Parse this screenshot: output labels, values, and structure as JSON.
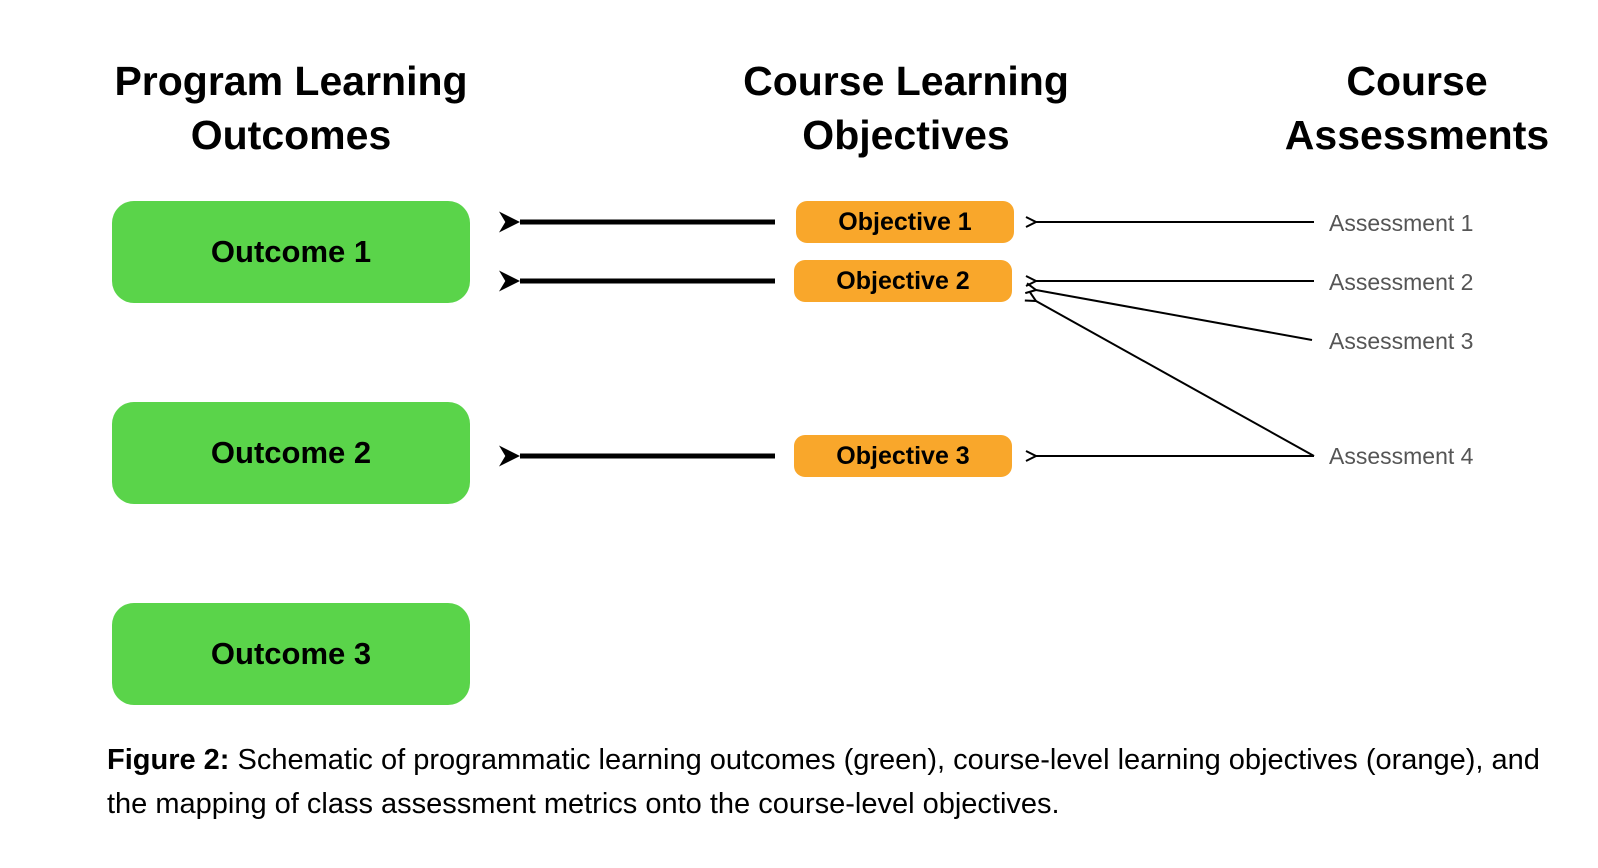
{
  "headers": {
    "program_outcomes": [
      "Program Learning",
      "Outcomes"
    ],
    "course_objectives": [
      "Course Learning",
      "Objectives"
    ],
    "course_assessments": [
      "Course",
      "Assessments"
    ]
  },
  "outcomes": [
    "Outcome 1",
    "Outcome 2",
    "Outcome 3"
  ],
  "objectives": [
    "Objective 1",
    "Objective 2",
    "Objective 3"
  ],
  "assessments": [
    "Assessment 1",
    "Assessment 2",
    "Assessment 3",
    "Assessment 4"
  ],
  "caption": {
    "label": "Figure 2:",
    "text": " Schematic of programmatic learning outcomes (green), course-level learning objectives (orange), and the mapping of class assessment metrics onto the course-level objectives."
  },
  "mappings": {
    "objective_to_outcome": [
      {
        "from": "Objective 1",
        "to": "Outcome 1"
      },
      {
        "from": "Objective 2",
        "to": "Outcome 1"
      },
      {
        "from": "Objective 3",
        "to": "Outcome 2"
      }
    ],
    "assessment_to_objective": [
      {
        "from": "Assessment 1",
        "to": "Objective 1"
      },
      {
        "from": "Assessment 2",
        "to": "Objective 2"
      },
      {
        "from": "Assessment 3",
        "to": "Objective 2"
      },
      {
        "from": "Assessment 4",
        "to": "Objective 2"
      },
      {
        "from": "Assessment 4",
        "to": "Objective 3"
      }
    ]
  },
  "colors": {
    "outcome_fill": "#5ad44a",
    "objective_fill": "#f9a72b",
    "assessment_text": "#555555",
    "arrow": "#000000"
  }
}
